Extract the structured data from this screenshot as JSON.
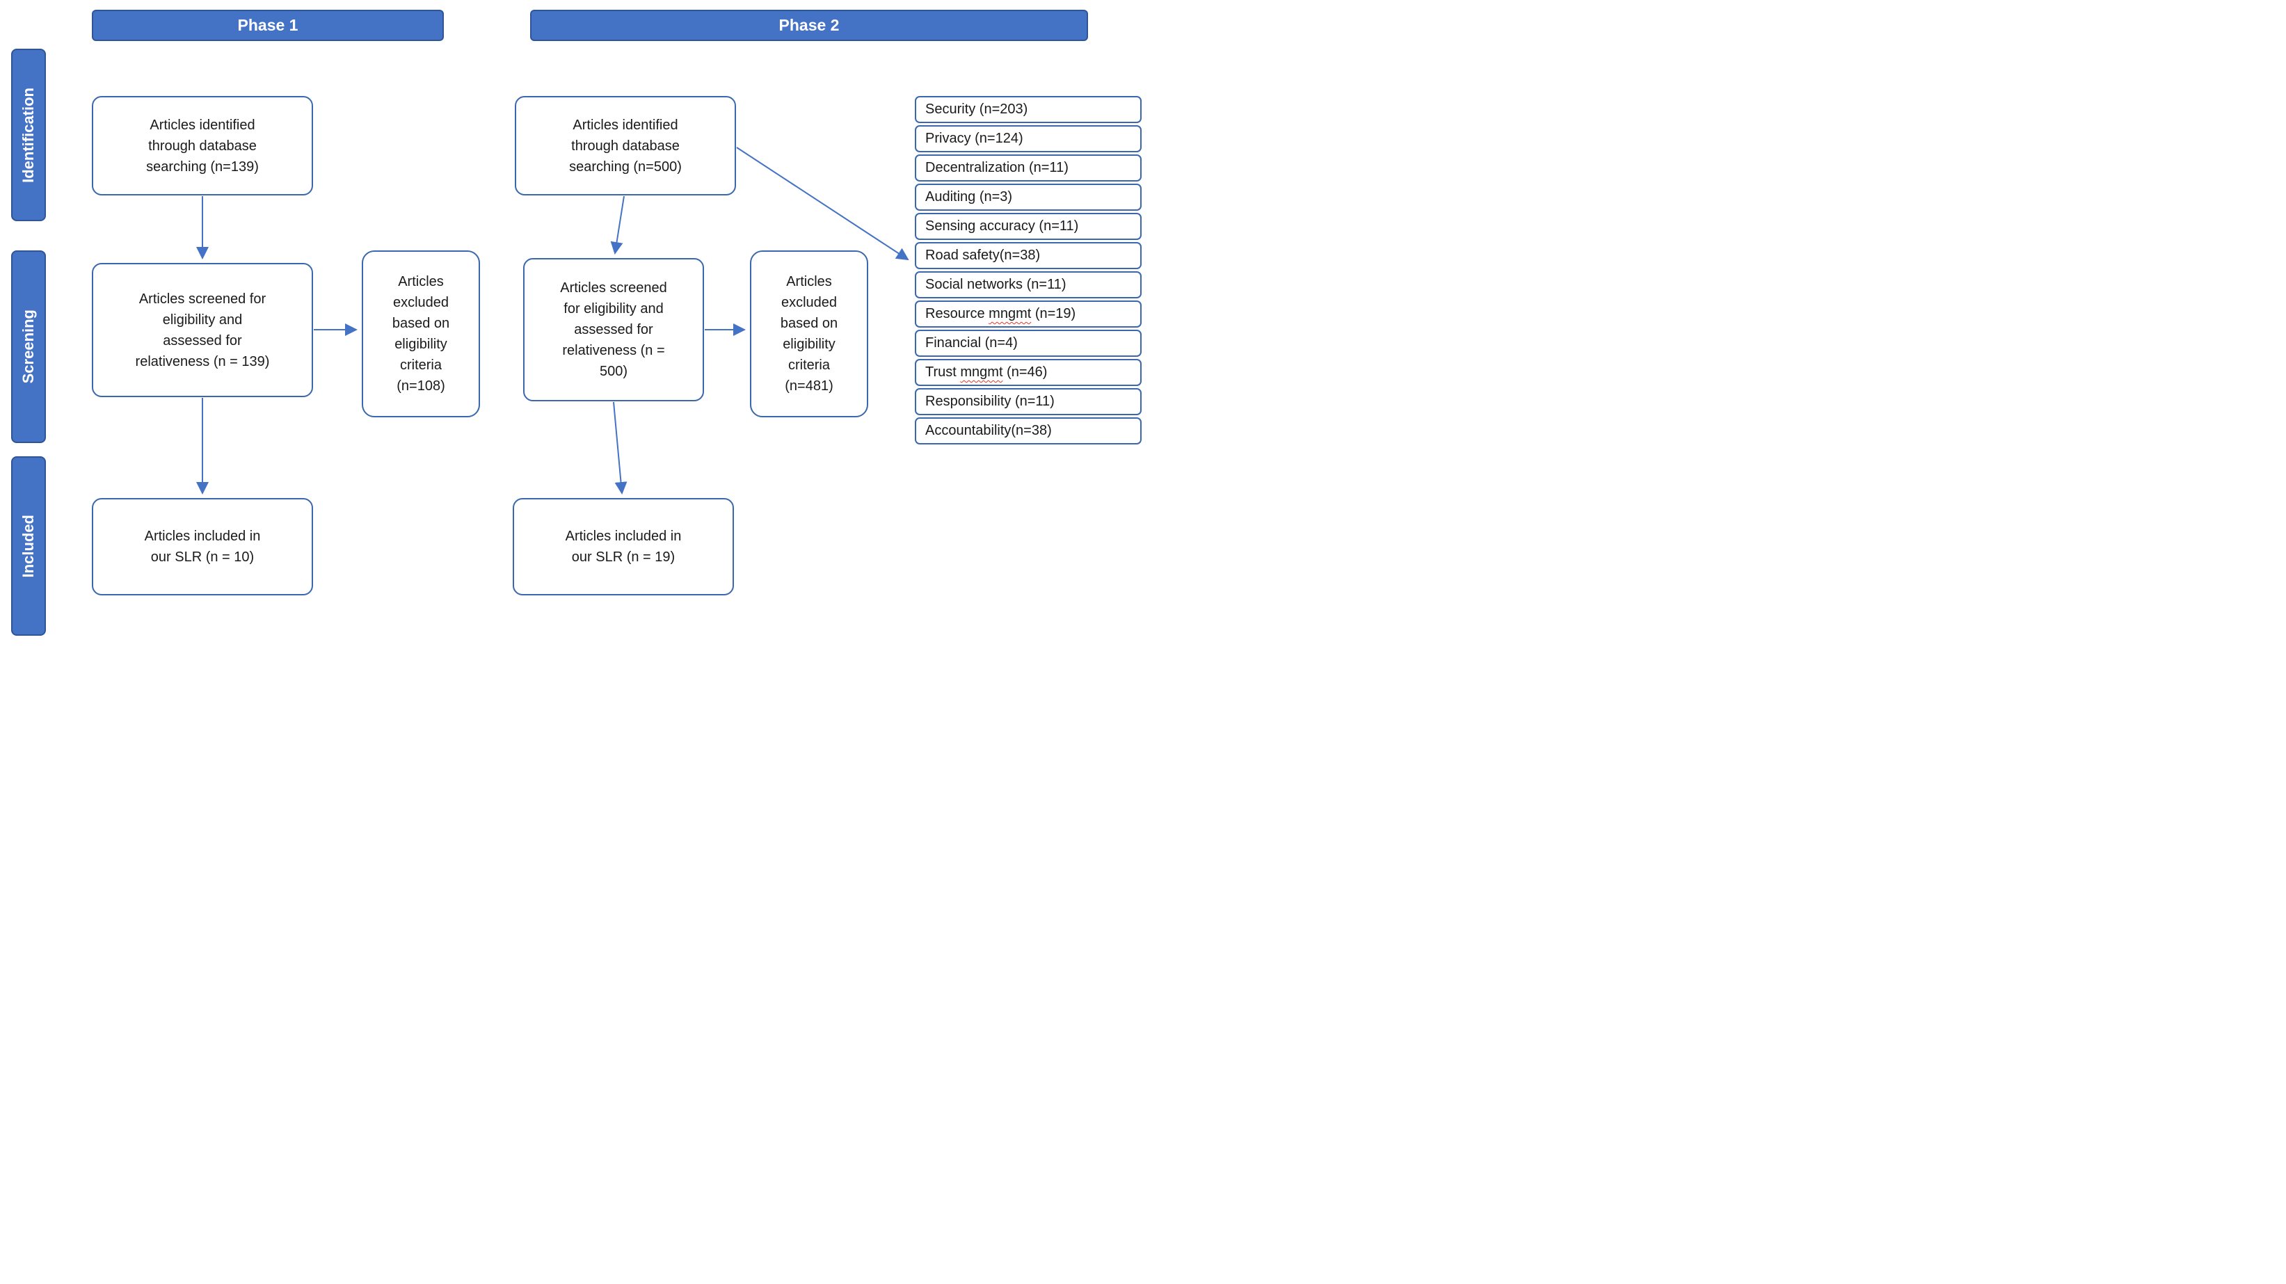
{
  "colors": {
    "accent_blue": "#4472C4",
    "header_border": "#2F5597",
    "box_border": "#3A67AD",
    "arrow": "#4472C4",
    "squiggle_red": "#E5352B",
    "text_dark": "#1A1A1A",
    "text_white": "#FFFFFF"
  },
  "headers": {
    "phase1": "Phase 1",
    "phase2": "Phase 2"
  },
  "sidebar": {
    "items": [
      {
        "label": "Identification"
      },
      {
        "label": "Screening"
      },
      {
        "label": "Included"
      }
    ]
  },
  "phase1": {
    "identified": "Articles identified\nthrough database\nsearching (n=139)",
    "screened": "Articles screened for\neligibility and\nassessed for\nrelativeness (n = 139)",
    "excluded": "Articles\nexcluded\nbased on\neligibility\ncriteria\n(n=108)",
    "included": "Articles included in\nour SLR (n = 10)"
  },
  "phase2": {
    "identified": "Articles identified\nthrough database\nsearching (n=500)",
    "screened": "Articles screened\nfor eligibility and\nassessed for\nrelativeness (n =\n500)",
    "excluded": "Articles\nexcluded\nbased on\neligibility\ncriteria\n(n=481)",
    "included": "Articles included in\nour SLR (n = 19)"
  },
  "right_list": {
    "items": [
      {
        "text": "Security (n=203)"
      },
      {
        "text": "Privacy (n=124)"
      },
      {
        "text": "Decentralization (n=11)"
      },
      {
        "text": "Auditing (n=3)"
      },
      {
        "text": "Sensing accuracy (n=11)"
      },
      {
        "text": "Road safety(n=38)"
      },
      {
        "text": "Social networks (n=11)"
      },
      {
        "pre": "Resource ",
        "wavy": "mngmt",
        "post": " (n=19)"
      },
      {
        "text": "Financial (n=4)"
      },
      {
        "pre": "Trust ",
        "wavy": "mngmt",
        "post": " (n=46)"
      },
      {
        "text": "Responsibility (n=11)"
      },
      {
        "text": "Accountability(n=38)"
      }
    ]
  }
}
